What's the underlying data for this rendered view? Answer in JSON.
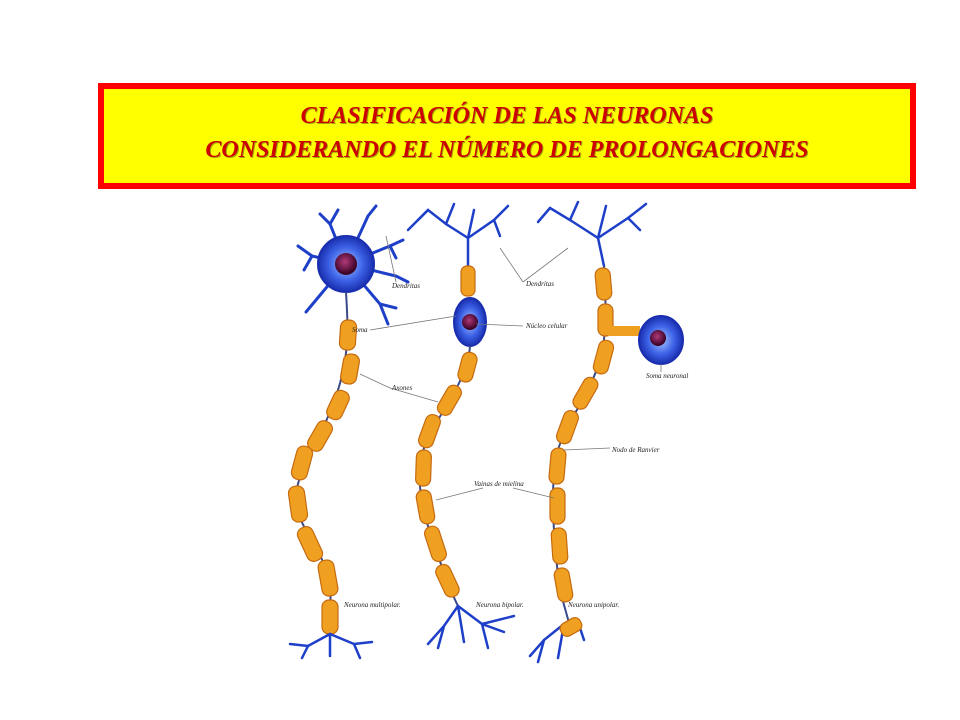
{
  "title": {
    "line1": "CLASIFICACIÓN DE LAS NEURONAS",
    "line2": "CONSIDERANDO EL NÚMERO DE PROLONGACIONES"
  },
  "labels": {
    "dendritas_left": "Dendritas",
    "dendritas_mid": "Dendritas",
    "soma": "Soma",
    "nucleo": "Núcleo celular",
    "axones": "Axones",
    "soma_neuronal": "Soma neuronal",
    "nodo": "Nodo de Ranvier",
    "vainas": "Vainas de mielina",
    "multipolar": "Neurona multipolar.",
    "bipolar": "Neurona bipolar.",
    "unipolar": "Neurona unipolar."
  },
  "colors": {
    "title_bg": "#ffff00",
    "title_border": "#ff0000",
    "title_text": "#cc0000",
    "dendrite_blue": "#1e3fc8",
    "myelin_orange": "#f0a020",
    "nucleus": "#5a0a3a"
  }
}
